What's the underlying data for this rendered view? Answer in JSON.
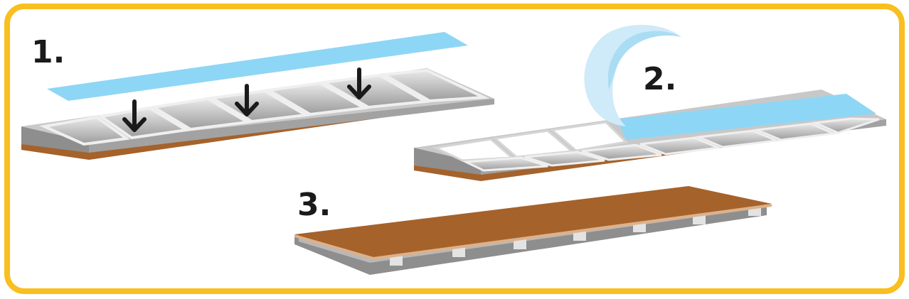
{
  "colors": {
    "frame": "#F9BF1F",
    "background": "#FFFFFF",
    "protective_film": "#8ED6F5",
    "protective_film_light": "#CFEAF8",
    "tray_gray": "#B3B3B3",
    "tray_light": "#DCDCDC",
    "tray_dark": "#7A7A7A",
    "wood": "#A5622B",
    "wood_edge": "#DDB18A",
    "arrow": "#1A1A1A"
  },
  "steps": [
    {
      "number": "1."
    },
    {
      "number": "2."
    },
    {
      "number": "3."
    }
  ],
  "icons": {
    "arrow": "arrow-down-icon"
  }
}
